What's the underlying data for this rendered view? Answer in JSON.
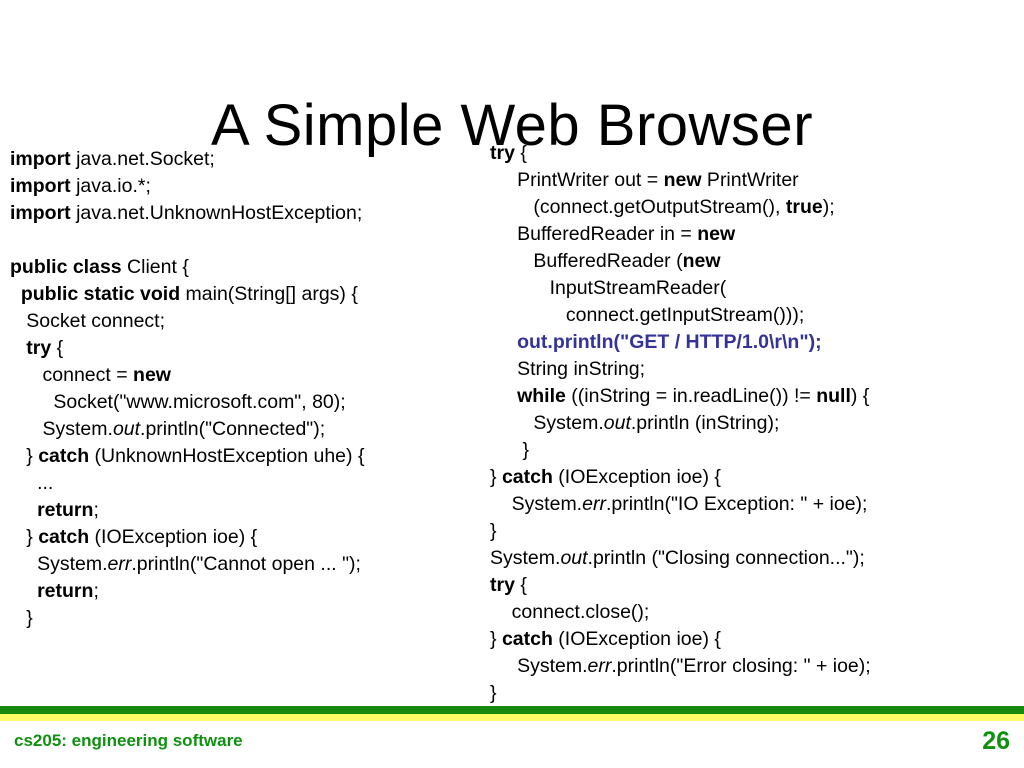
{
  "slide": {
    "title": "A Simple Web Browser",
    "colors": {
      "text": "#000000",
      "highlight": "#333399",
      "footer_green": "#0f9010",
      "rule_green": "#17870f",
      "rule_yellow": "#ffff66"
    }
  },
  "code_left": {
    "lines": [
      [
        {
          "t": "import",
          "s": "kw"
        },
        {
          "t": " java.net.Socket;",
          "s": ""
        }
      ],
      [
        {
          "t": "import",
          "s": "kw"
        },
        {
          "t": " java.io.*;",
          "s": ""
        }
      ],
      [
        {
          "t": "import",
          "s": "kw"
        },
        {
          "t": " java.net.UnknownHostException;",
          "s": ""
        }
      ],
      [],
      [
        {
          "t": "public class",
          "s": "kw"
        },
        {
          "t": " Client {",
          "s": ""
        }
      ],
      [
        {
          "t": "  ",
          "s": ""
        },
        {
          "t": "public static void",
          "s": "kw"
        },
        {
          "t": " main(String[] args) {",
          "s": ""
        }
      ],
      [
        {
          "t": "   Socket connect;",
          "s": ""
        }
      ],
      [
        {
          "t": "   ",
          "s": ""
        },
        {
          "t": "try",
          "s": "kw"
        },
        {
          "t": " {",
          "s": ""
        }
      ],
      [
        {
          "t": "      connect = ",
          "s": ""
        },
        {
          "t": "new",
          "s": "kw"
        }
      ],
      [
        {
          "t": "        Socket(\"www.microsoft.com\", 80);",
          "s": ""
        }
      ],
      [
        {
          "t": "      System.",
          "s": ""
        },
        {
          "t": "out",
          "s": "it"
        },
        {
          "t": ".println(\"Connected\");",
          "s": ""
        }
      ],
      [
        {
          "t": "   } ",
          "s": ""
        },
        {
          "t": "catch",
          "s": "kw"
        },
        {
          "t": " (UnknownHostException uhe) {",
          "s": ""
        }
      ],
      [
        {
          "t": "     ...",
          "s": ""
        }
      ],
      [
        {
          "t": "     ",
          "s": ""
        },
        {
          "t": "return",
          "s": "kw"
        },
        {
          "t": ";",
          "s": ""
        }
      ],
      [
        {
          "t": "   } ",
          "s": ""
        },
        {
          "t": "catch",
          "s": "kw"
        },
        {
          "t": " (IOException ioe) {",
          "s": ""
        }
      ],
      [
        {
          "t": "     System.",
          "s": ""
        },
        {
          "t": "err",
          "s": "it"
        },
        {
          "t": ".println(\"Cannot open ... \");",
          "s": ""
        }
      ],
      [
        {
          "t": "     ",
          "s": ""
        },
        {
          "t": "return",
          "s": "kw"
        },
        {
          "t": ";",
          "s": ""
        }
      ],
      [
        {
          "t": "   }",
          "s": ""
        }
      ]
    ]
  },
  "code_right": {
    "lines": [
      [
        {
          "t": "try",
          "s": "kw"
        },
        {
          "t": " {",
          "s": ""
        }
      ],
      [
        {
          "t": "     PrintWriter out = ",
          "s": ""
        },
        {
          "t": "new",
          "s": "kw"
        },
        {
          "t": " PrintWriter",
          "s": ""
        }
      ],
      [
        {
          "t": "        (connect.getOutputStream(), ",
          "s": ""
        },
        {
          "t": "true",
          "s": "kw"
        },
        {
          "t": ");",
          "s": ""
        }
      ],
      [
        {
          "t": "     BufferedReader in = ",
          "s": ""
        },
        {
          "t": "new",
          "s": "kw"
        }
      ],
      [
        {
          "t": "        BufferedReader (",
          "s": ""
        },
        {
          "t": "new",
          "s": "kw"
        }
      ],
      [
        {
          "t": "           InputStreamReader(",
          "s": ""
        }
      ],
      [
        {
          "t": "              connect.getInputStream()));",
          "s": ""
        }
      ],
      [
        {
          "t": "     out.println(\"GET / HTTP/1.0\\r\\n\");",
          "s": "hl"
        }
      ],
      [
        {
          "t": "     String inString;",
          "s": ""
        }
      ],
      [
        {
          "t": "     ",
          "s": ""
        },
        {
          "t": "while",
          "s": "kw"
        },
        {
          "t": " ((inString = in.readLine()) != ",
          "s": ""
        },
        {
          "t": "null",
          "s": "kw"
        },
        {
          "t": ") {",
          "s": ""
        }
      ],
      [
        {
          "t": "        System.",
          "s": ""
        },
        {
          "t": "out",
          "s": "it"
        },
        {
          "t": ".println (inString);",
          "s": ""
        }
      ],
      [
        {
          "t": "      }",
          "s": ""
        }
      ],
      [
        {
          "t": "} ",
          "s": ""
        },
        {
          "t": "catch",
          "s": "kw"
        },
        {
          "t": " (IOException ioe) {",
          "s": ""
        }
      ],
      [
        {
          "t": "    System.",
          "s": ""
        },
        {
          "t": "err",
          "s": "it"
        },
        {
          "t": ".println(\"IO Exception: \" + ioe);",
          "s": ""
        }
      ],
      [
        {
          "t": "}",
          "s": ""
        }
      ],
      [
        {
          "t": "System.",
          "s": ""
        },
        {
          "t": "out",
          "s": "it"
        },
        {
          "t": ".println (\"Closing connection...\");",
          "s": ""
        }
      ],
      [
        {
          "t": "try",
          "s": "kw"
        },
        {
          "t": " {",
          "s": ""
        }
      ],
      [
        {
          "t": "    connect.close();",
          "s": ""
        }
      ],
      [
        {
          "t": "} ",
          "s": ""
        },
        {
          "t": "catch",
          "s": "kw"
        },
        {
          "t": " (IOException ioe) {",
          "s": ""
        }
      ],
      [
        {
          "t": "     System.",
          "s": ""
        },
        {
          "t": "err",
          "s": "it"
        },
        {
          "t": ".println(\"Error closing: \" + ioe);",
          "s": ""
        }
      ],
      [
        {
          "t": "}",
          "s": ""
        }
      ]
    ]
  },
  "footer": {
    "course_label": "cs205: engineering software",
    "page_number": "26"
  }
}
